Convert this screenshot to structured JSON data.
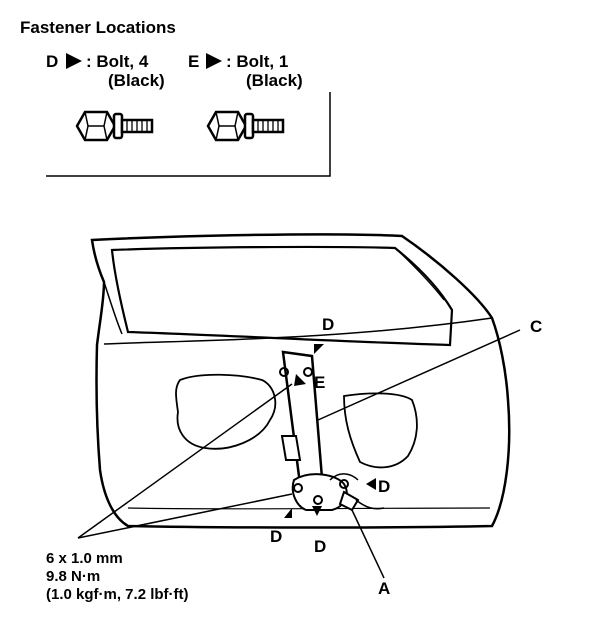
{
  "legend": {
    "title": "Fastener Locations",
    "items": [
      {
        "letter": "D",
        "name": ": Bolt, 4",
        "color": "(Black)"
      },
      {
        "letter": "E",
        "name": ": Bolt, 1",
        "color": "(Black)"
      }
    ]
  },
  "callouts": {
    "a": "A",
    "c": "C",
    "d": "D",
    "e": "E"
  },
  "torque": {
    "size": "6 x 1.0 mm",
    "nm": "9.8 N·m",
    "kgf": "(1.0 kgf·m, 7.2 lbf·ft)"
  }
}
